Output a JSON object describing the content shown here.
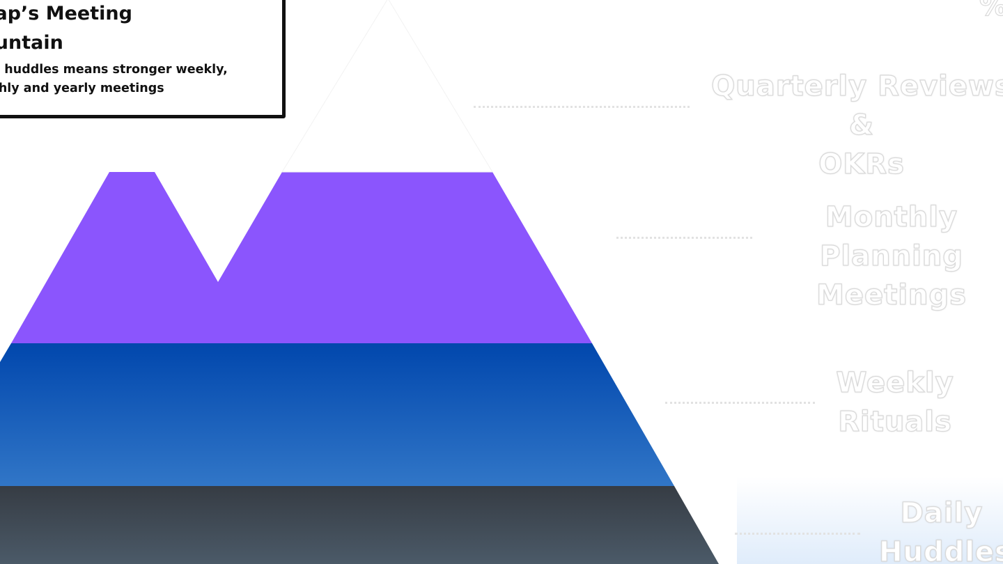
{
  "title": {
    "heading": "laap’s Meeting\nlountain",
    "subtitle": "aily huddles means stronger weekly,\nonthly and yearly meetings"
  },
  "levels": [
    {
      "label": "Quarterly Reviews &\nOKRs"
    },
    {
      "label": "Monthly Planning\nMeetings"
    },
    {
      "label": "Weekly\nRituals"
    },
    {
      "label": "Daily\nHuddles"
    }
  ],
  "corner_mark": "%",
  "colors": {
    "snow": "#ffffff",
    "purple_band": "#8b55fd",
    "blue_band_top": "#0147ad",
    "blue_band_bottom": "#3176c7",
    "dark_band_top": "#363c44",
    "dark_band_bottom": "#4b5a68"
  }
}
